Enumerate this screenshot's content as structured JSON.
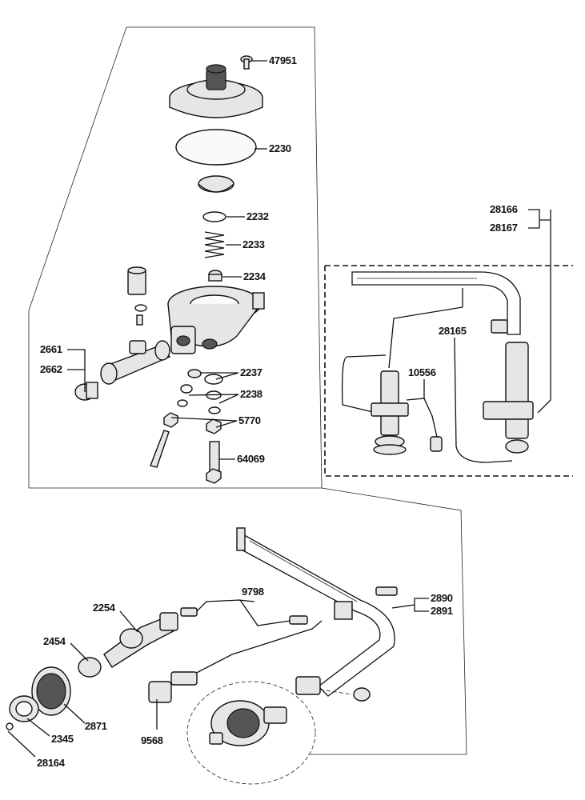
{
  "labels": {
    "p47951": "47951",
    "p2230": "2230",
    "p2232": "2232",
    "p2233": "2233",
    "p2234": "2234",
    "p2661": "2661",
    "p2662": "2662",
    "p2237": "2237",
    "p2238": "2238",
    "p5770": "5770",
    "p64069": "64069",
    "p28166": "28166",
    "p28167": "28167",
    "p28165": "28165",
    "p10556": "10556",
    "p9798": "9798",
    "p2890": "2890",
    "p2891": "2891",
    "p2254": "2254",
    "p2454": "2454",
    "p2871": "2871",
    "p2345": "2345",
    "p28164": "28164",
    "p9568": "9568"
  }
}
